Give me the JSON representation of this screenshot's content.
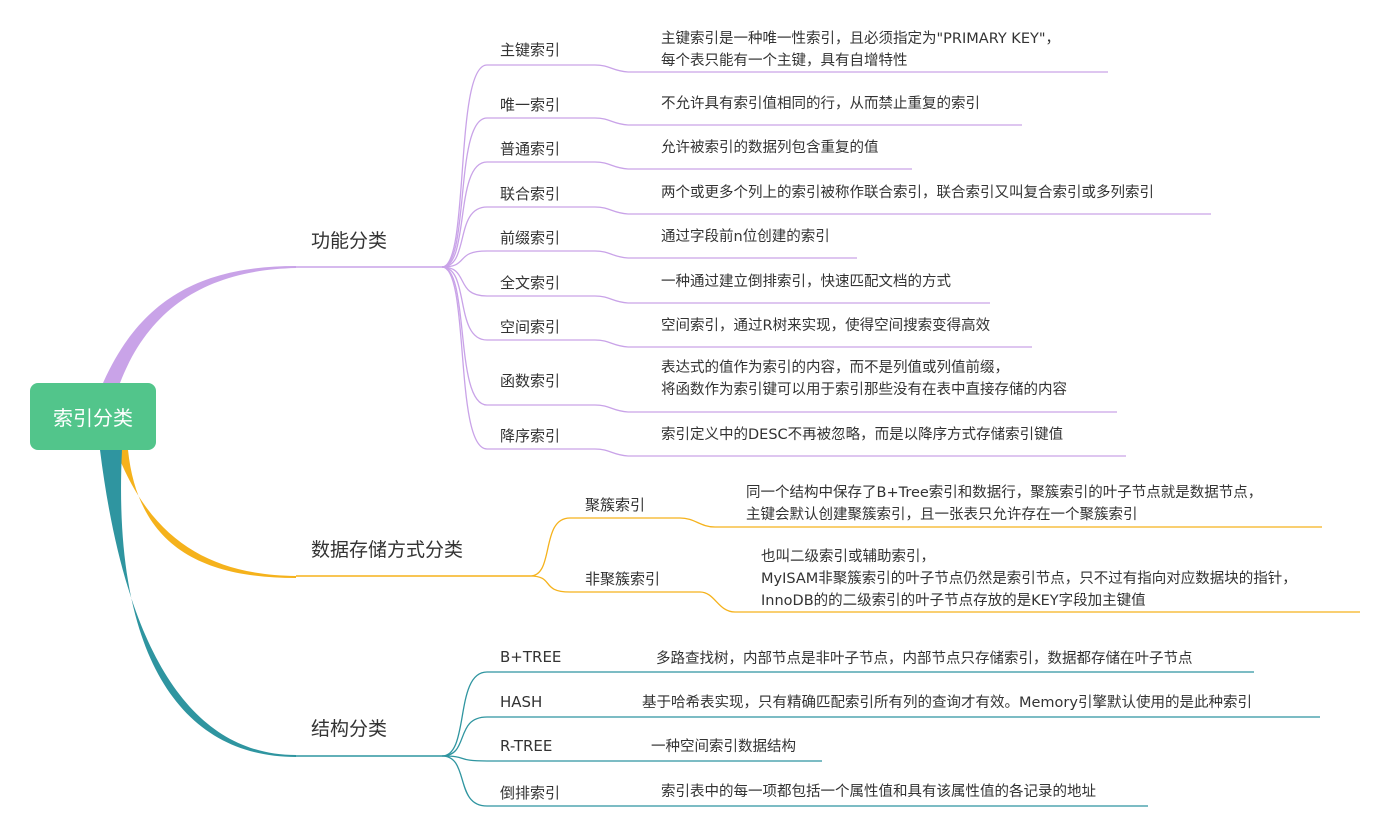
{
  "root": "索引分类",
  "colors": {
    "root": "#52c58b",
    "functional": "#c9a3e8",
    "storage": "#f5b21c",
    "structure": "#2f95a0"
  },
  "branches": {
    "functional": {
      "label": "功能分类",
      "items": [
        {
          "name": "主键索引",
          "desc": [
            "主键索引是一种唯一性索引，且必须指定为\"PRIMARY KEY\"，",
            "每个表只能有一个主键，具有自增特性"
          ]
        },
        {
          "name": "唯一索引",
          "desc": [
            "不允许具有索引值相同的行，从而禁止重复的索引"
          ]
        },
        {
          "name": "普通索引",
          "desc": [
            "允许被索引的数据列包含重复的值"
          ]
        },
        {
          "name": "联合索引",
          "desc": [
            "两个或更多个列上的索引被称作联合索引，联合索引又叫复合索引或多列索引"
          ]
        },
        {
          "name": "前缀索引",
          "desc": [
            "通过字段前n位创建的索引"
          ]
        },
        {
          "name": "全文索引",
          "desc": [
            "一种通过建立倒排索引，快速匹配文档的方式"
          ]
        },
        {
          "name": "空间索引",
          "desc": [
            "空间索引，通过R树来实现，使得空间搜索变得高效"
          ]
        },
        {
          "name": "函数索引",
          "desc": [
            "表达式的值作为索引的内容，而不是列值或列值前缀，",
            "将函数作为索引键可以用于索引那些没有在表中直接存储的内容"
          ]
        },
        {
          "name": "降序索引",
          "desc": [
            "索引定义中的DESC不再被忽略，而是以降序方式存储索引键值"
          ]
        }
      ]
    },
    "storage": {
      "label": "数据存储方式分类",
      "items": [
        {
          "name": "聚簇索引",
          "desc": [
            "同一个结构中保存了B+Tree索引和数据行，聚簇索引的叶子节点就是数据节点，",
            "主键会默认创建聚簇索引，且一张表只允许存在一个聚簇索引"
          ]
        },
        {
          "name": "非聚簇索引",
          "desc": [
            "也叫二级索引或辅助索引，",
            "MyISAM非聚簇索引的叶子节点仍然是索引节点，只不过有指向对应数据块的指针，",
            "InnoDB的的二级索引的叶子节点存放的是KEY字段加主键值"
          ]
        }
      ]
    },
    "structure": {
      "label": "结构分类",
      "items": [
        {
          "name": "B+TREE",
          "desc": [
            "多路查找树，内部节点是非叶子节点，内部节点只存储索引，数据都存储在叶子节点"
          ]
        },
        {
          "name": "HASH",
          "desc": [
            "基于哈希表实现，只有精确匹配索引所有列的查询才有效。Memory引擎默认使用的是此种索引"
          ]
        },
        {
          "name": "R-TREE",
          "desc": [
            "一种空间索引数据结构"
          ]
        },
        {
          "name": "倒排索引",
          "desc": [
            "索引表中的每一项都包括一个属性值和具有该属性值的各记录的地址"
          ]
        }
      ]
    }
  }
}
